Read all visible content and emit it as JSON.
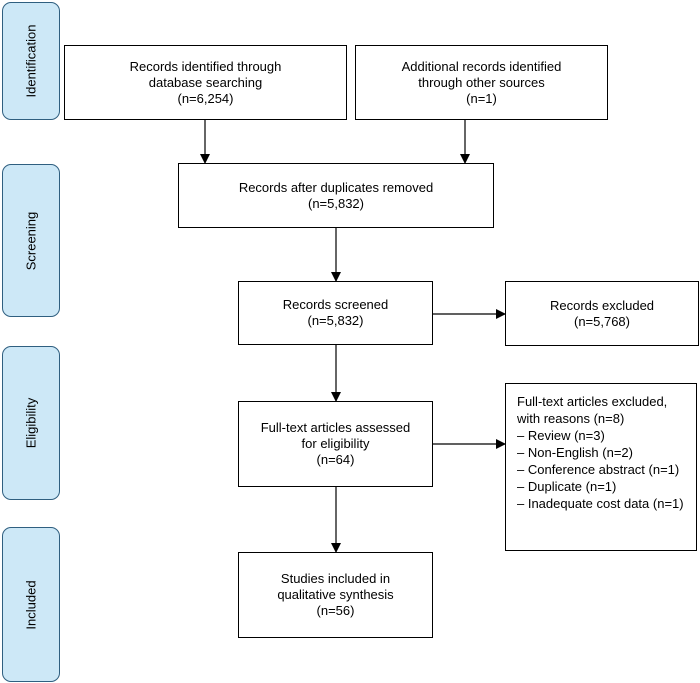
{
  "phases": {
    "identification": "Identification",
    "screening": "Screening",
    "eligibility": "Eligibility",
    "included": "Included"
  },
  "boxes": {
    "database_records": {
      "line1": "Records identified through",
      "line2": "database searching",
      "line3": "(n=6,254)"
    },
    "other_records": {
      "line1": "Additional records identified",
      "line2": "through other sources",
      "line3": "(n=1)"
    },
    "after_duplicates": {
      "line1": "Records after duplicates removed",
      "line2": "(n=5,832)"
    },
    "screened": {
      "line1": "Records screened",
      "line2": "(n=5,832)"
    },
    "excluded": {
      "line1": "Records excluded",
      "line2": "(n=5,768)"
    },
    "fulltext_assessed": {
      "line1": "Full-text articles assessed",
      "line2": "for eligibility",
      "line3": "(n=64)"
    },
    "fulltext_excluded": {
      "line1": "Full-text articles excluded,",
      "line2": "with reasons (n=8)",
      "reasons": [
        "– Review (n=3)",
        "– Non-English (n=2)",
        "– Conference abstract (n=1)",
        "– Duplicate (n=1)",
        "– Inadequate cost data (n=1)"
      ]
    },
    "included": {
      "line1": "Studies included in",
      "line2": "qualitative synthesis",
      "line3": "(n=56)"
    }
  },
  "colors": {
    "phase_fill": "#cde8f7",
    "phase_border": "#2f5f80",
    "line": "#000000"
  }
}
